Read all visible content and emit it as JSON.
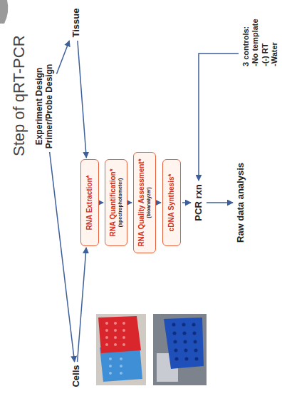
{
  "diagram": {
    "title": "Step of qRT-PCR",
    "nodes": [
      {
        "text": [
          "Experiment Design",
          "Primer/Probe Design"
        ]
      },
      {
        "text": [
          "Cells"
        ]
      },
      {
        "text": [
          "Tissue"
        ]
      },
      {
        "text": [
          "RNA Extraction*"
        ]
      },
      {
        "text": [
          "RNA Quantification*",
          "(spectrophotometer)"
        ]
      },
      {
        "text": [
          "RNA Quality Assessment*",
          "(bioanalyzer)"
        ]
      },
      {
        "text": [
          "cDNA Synthesis*"
        ]
      },
      {
        "text": [
          "PCR rxn"
        ]
      },
      {
        "text": [
          "3 controls:",
          "-No template",
          "-(-) RT",
          "-Water"
        ]
      },
      {
        "text": [
          "Raw data analysis"
        ]
      }
    ],
    "edges": [
      {
        "from": 0,
        "to": 1,
        "arrow": "to"
      },
      {
        "from": 0,
        "to": 2,
        "arrow": "to"
      },
      {
        "from": 1,
        "to": 3,
        "arrow": "to"
      },
      {
        "from": 2,
        "to": 3,
        "arrow": "to"
      },
      {
        "from": 3,
        "to": 4,
        "arrow": "to"
      },
      {
        "from": 4,
        "to": 5,
        "arrow": "to"
      },
      {
        "from": 5,
        "to": 6,
        "arrow": "to"
      },
      {
        "from": 6,
        "to": 7,
        "arrow": "to"
      },
      {
        "from": 8,
        "to": 7,
        "arrow": "to"
      },
      {
        "from": 7,
        "to": 9,
        "arrow": "to"
      }
    ]
  }
}
